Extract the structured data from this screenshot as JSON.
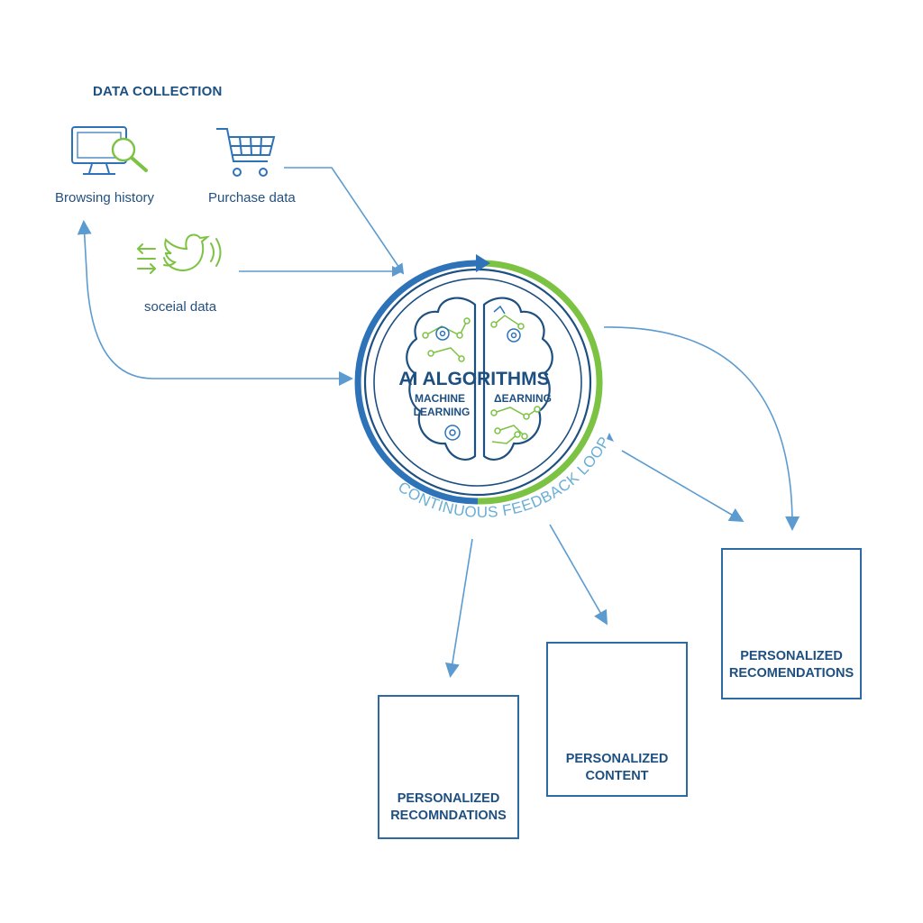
{
  "data_collection": {
    "title": "DATA COLLECTION",
    "sources": [
      {
        "label": "Browsing history",
        "icon": "monitor-magnifier-icon"
      },
      {
        "label": "Purchase data",
        "icon": "shopping-cart-icon"
      },
      {
        "label": "soceial data",
        "icon": "social-bird-icon"
      }
    ]
  },
  "hub": {
    "title": "AI ALGORITHMS",
    "left_label_line1": "MACHINE",
    "left_label_line2": "LEARNING",
    "right_label_line1": "ΔEARNING",
    "icon": "brain-circuit-icon",
    "loop_label": "CONTINUOUS FEEDBACK LOOP"
  },
  "outputs": [
    {
      "line1": "PERSONALIZED",
      "line2": "RECOMNDATIONS",
      "icon": "star-icon"
    },
    {
      "line1": "PERSONALIZED",
      "line2": "CONTENT",
      "icon": "chat-bubble-icon"
    },
    {
      "line1": "PERSONALIZED",
      "line2": "RECOMENDATIONS",
      "icon": "gift-icon"
    }
  ],
  "colors": {
    "blue": "#2e73b8",
    "green": "#7cc243",
    "navy": "#1d4f80",
    "arrow": "#5b9bd0",
    "loop_text": "#6aaed6"
  }
}
